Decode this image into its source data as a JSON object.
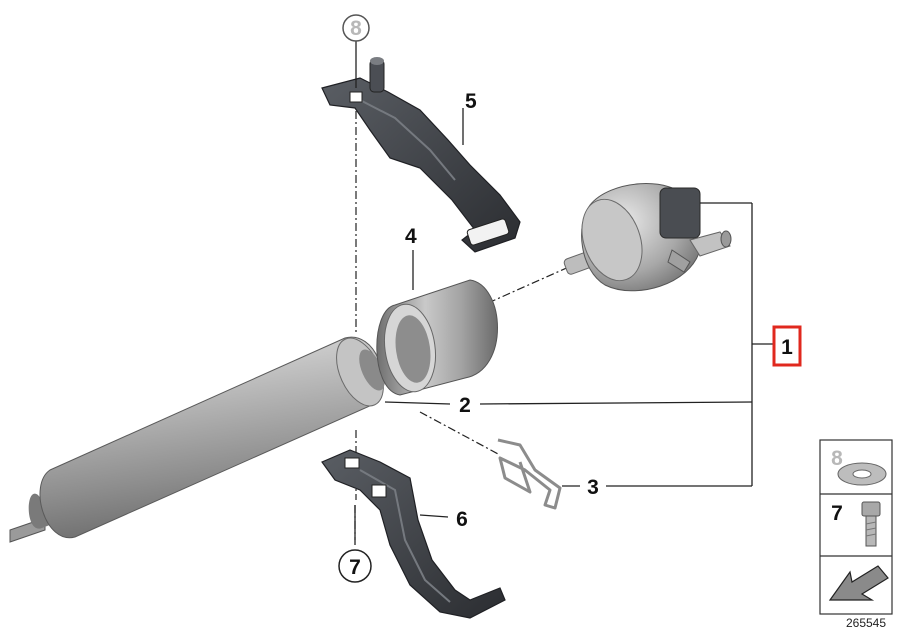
{
  "callouts": {
    "c1": "1",
    "c2": "2",
    "c3": "3",
    "c4": "4",
    "c5": "5",
    "c6": "6",
    "c7": "7",
    "c8": "8"
  },
  "legend": {
    "row_a": "8",
    "row_b": "7"
  },
  "document_number": "265545",
  "colors": {
    "highlight": "#e0281e",
    "line": "#222222",
    "part_dark": "#3a3d42",
    "filter_body": "#a9a9a9"
  },
  "icons": [
    "fuel-filter-cylinder",
    "pressure-regulator",
    "sealing-ring",
    "retaining-clip",
    "upper-bracket",
    "lower-bracket",
    "bolt-icon",
    "lock-washer-icon",
    "arrow-icon"
  ]
}
